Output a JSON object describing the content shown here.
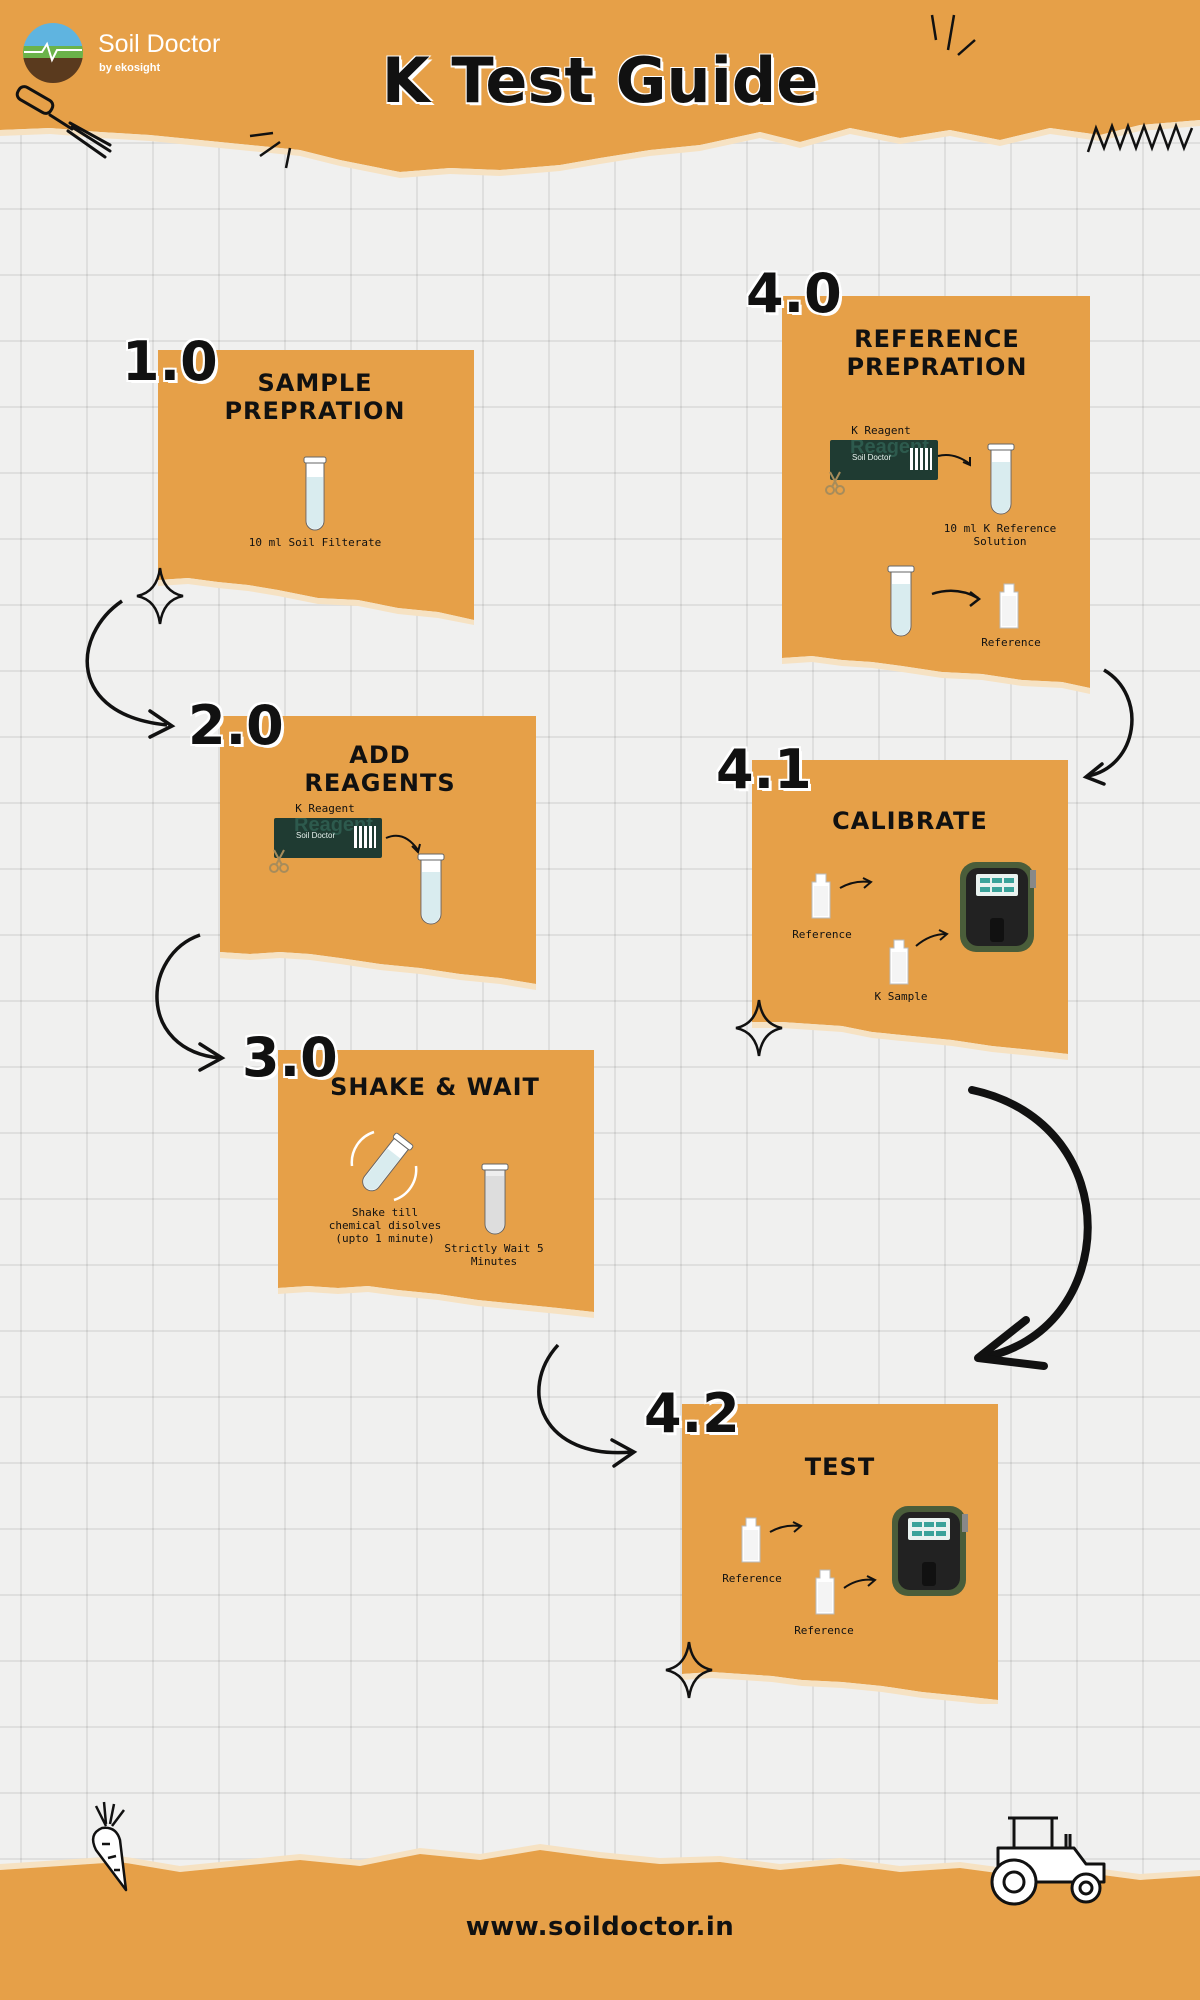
{
  "brand": {
    "name": "Soil Doctor",
    "tagline": "by ekosight"
  },
  "title": "K Test Guide",
  "steps": [
    {
      "number": "1.0",
      "title": "SAMPLE PREPRATION",
      "labels": [
        "10 ml Soil Filterate"
      ]
    },
    {
      "number": "2.0",
      "title": "ADD REAGENTS",
      "labels": [
        "K Reagent"
      ]
    },
    {
      "number": "3.0",
      "title": "SHAKE & WAIT",
      "labels": [
        "Shake till chemical disolves (upto 1 minute)",
        "Strictly Wait 5 Minutes"
      ]
    },
    {
      "number": "4.0",
      "title": "REFERENCE PREPRATION",
      "labels": [
        "K Reagent",
        "10 ml K Reference Solution",
        "Reference"
      ]
    },
    {
      "number": "4.1",
      "title": "CALIBRATE",
      "labels": [
        "Reference",
        "K Sample"
      ]
    },
    {
      "number": "4.2",
      "title": "TEST",
      "labels": [
        "Reference",
        "Reference"
      ]
    }
  ],
  "reagent_pack_text": {
    "brand": "Soil Doctor",
    "watermark": "Reagent"
  },
  "footer": {
    "url": "www.soildoctor.in"
  },
  "colors": {
    "paper": "#e6a048",
    "paper_dark": "#d38c35",
    "background": "#f0f0ef",
    "ink": "#111111"
  }
}
